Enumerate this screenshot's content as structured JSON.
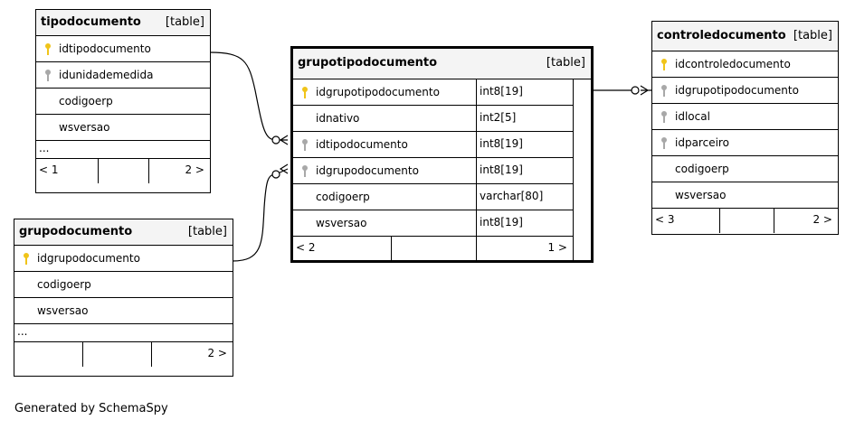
{
  "tables": {
    "tipodocumento": {
      "name": "tipodocumento",
      "kind": "[table]",
      "columns": [
        "idtipodocumento",
        "idunidademedida",
        "codigoerp",
        "wsversao"
      ],
      "more": "...",
      "nav_left": "< 1",
      "nav_right": "2 >"
    },
    "grupodocumento": {
      "name": "grupodocumento",
      "kind": "[table]",
      "columns": [
        "idgrupodocumento",
        "codigoerp",
        "wsversao"
      ],
      "more": "...",
      "nav_right": "2 >"
    },
    "grupotipodocumento": {
      "name": "grupotipodocumento",
      "kind": "[table]",
      "columns": [
        {
          "name": "idgrupotipodocumento",
          "type": "int8[19]"
        },
        {
          "name": "idnativo",
          "type": "int2[5]"
        },
        {
          "name": "idtipodocumento",
          "type": "int8[19]"
        },
        {
          "name": "idgrupodocumento",
          "type": "int8[19]"
        },
        {
          "name": "codigoerp",
          "type": "varchar[80]"
        },
        {
          "name": "wsversao",
          "type": "int8[19]"
        }
      ],
      "nav_left": "< 2",
      "nav_right": "1 >"
    },
    "controledocumento": {
      "name": "controledocumento",
      "kind": "[table]",
      "columns": [
        "idcontroledocumento",
        "idgrupotipodocumento",
        "idlocal",
        "idparceiro",
        "codigoerp",
        "wsversao"
      ],
      "nav_left": "< 3",
      "nav_right": "2 >"
    }
  },
  "key_icons": {
    "primary": "#f0c419",
    "foreign": "#a8a8a8"
  },
  "footer_text": "Generated by SchemaSpy"
}
